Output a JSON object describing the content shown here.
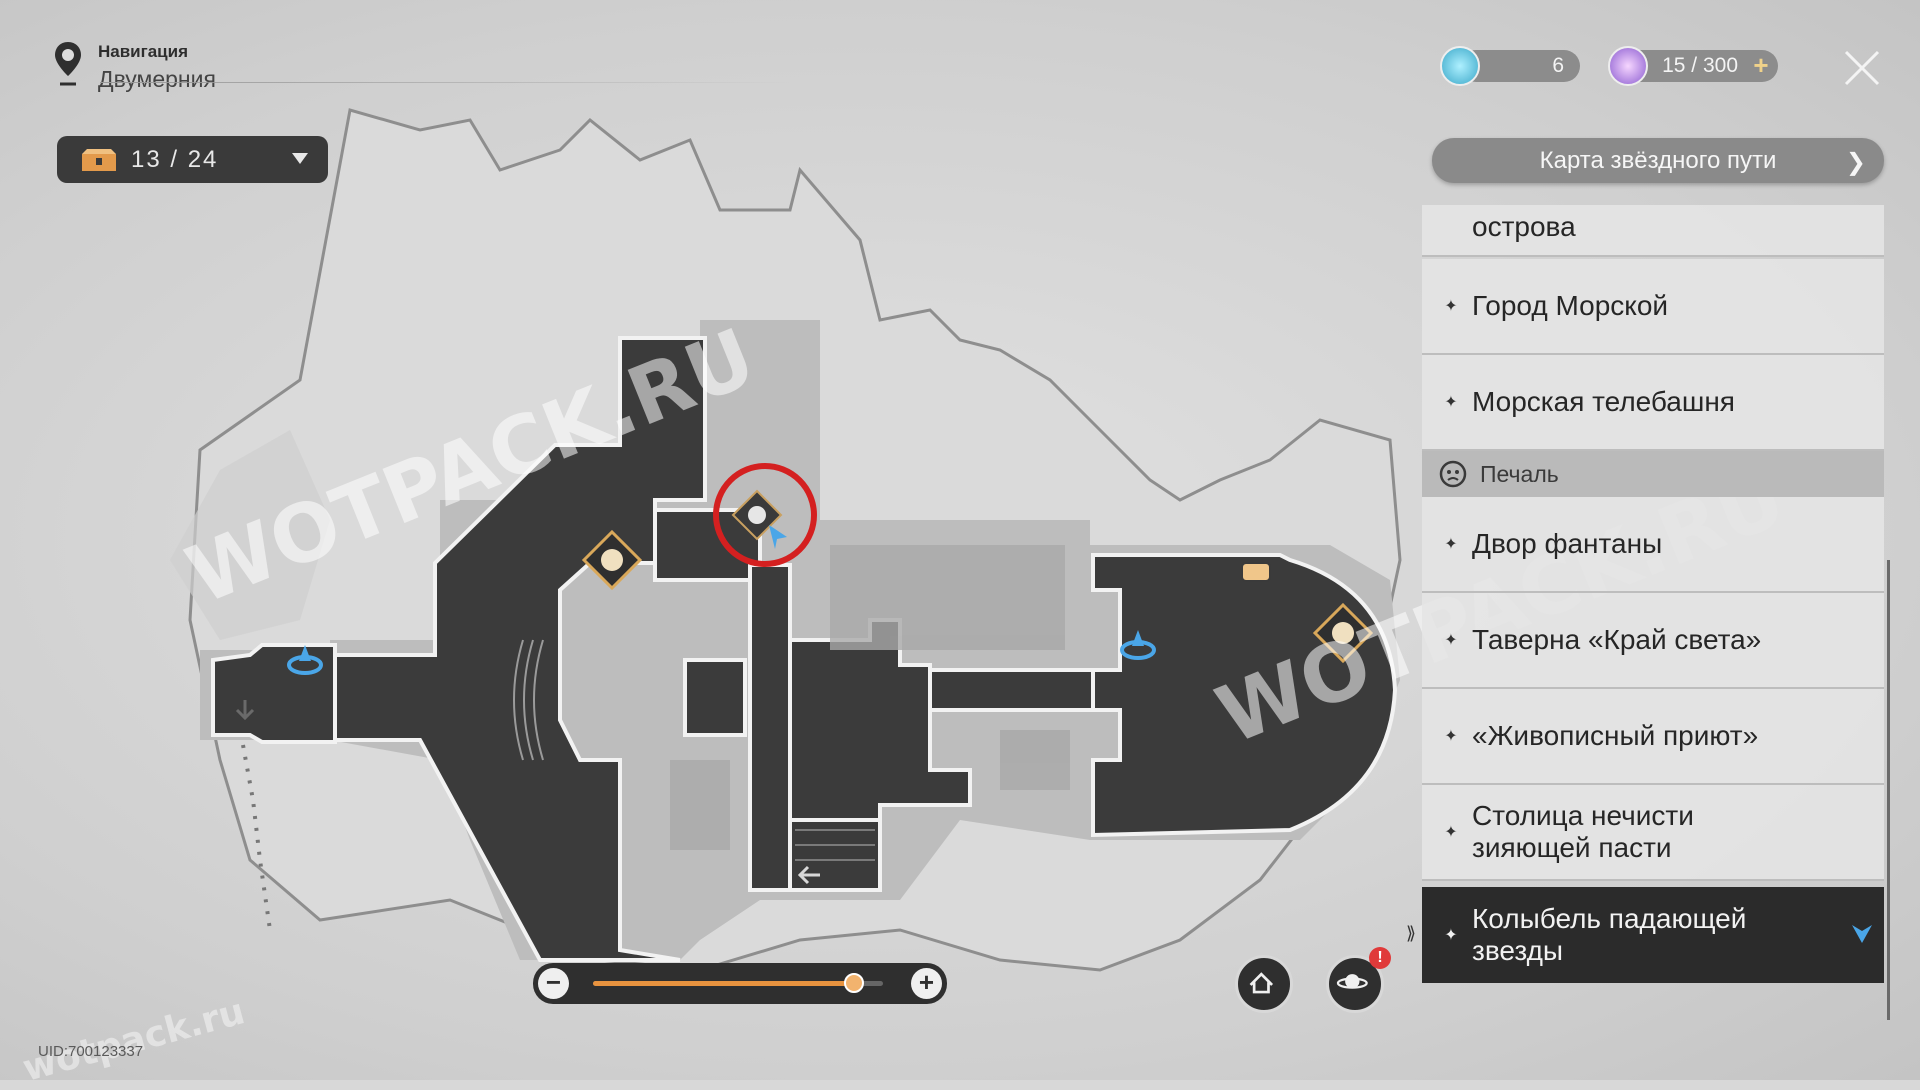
{
  "navigation": {
    "label": "Навигация",
    "location": "Двумерния"
  },
  "chest_counter": {
    "collected": 13,
    "total": 24,
    "text": "13 / 24"
  },
  "resources": {
    "fuel": {
      "value": "6"
    },
    "stamina": {
      "text": "15 / 300",
      "plus": "+"
    }
  },
  "panel": {
    "header": "Карта звёздного пути",
    "items": [
      {
        "label": "острова",
        "type": "partial"
      },
      {
        "label": "Город Морской",
        "type": "location"
      },
      {
        "label": "Морская телебашня",
        "type": "location"
      },
      {
        "label": "Печаль",
        "type": "category"
      },
      {
        "label": "Двор фантаны",
        "type": "location"
      },
      {
        "label": "Таверна «Край света»",
        "type": "location"
      },
      {
        "label": "«Живописный приют»",
        "type": "location"
      },
      {
        "label": "Столица нечисти зияющей пасти",
        "type": "location"
      },
      {
        "label": "Колыбель падающей звезды",
        "type": "location",
        "selected": true
      }
    ]
  },
  "zoom": {
    "minus": "−",
    "plus": "+",
    "level": 0.9
  },
  "notification_badge": "!",
  "uid": "UID:700123337",
  "watermarks": {
    "large": "WOTPACK.RU",
    "small": "wotpack.ru"
  },
  "colors": {
    "accent_orange": "#e8933f",
    "selected_bg": "#2b2b2b",
    "marker_red": "#d42020",
    "teleport_blue": "#4aa6e8"
  }
}
